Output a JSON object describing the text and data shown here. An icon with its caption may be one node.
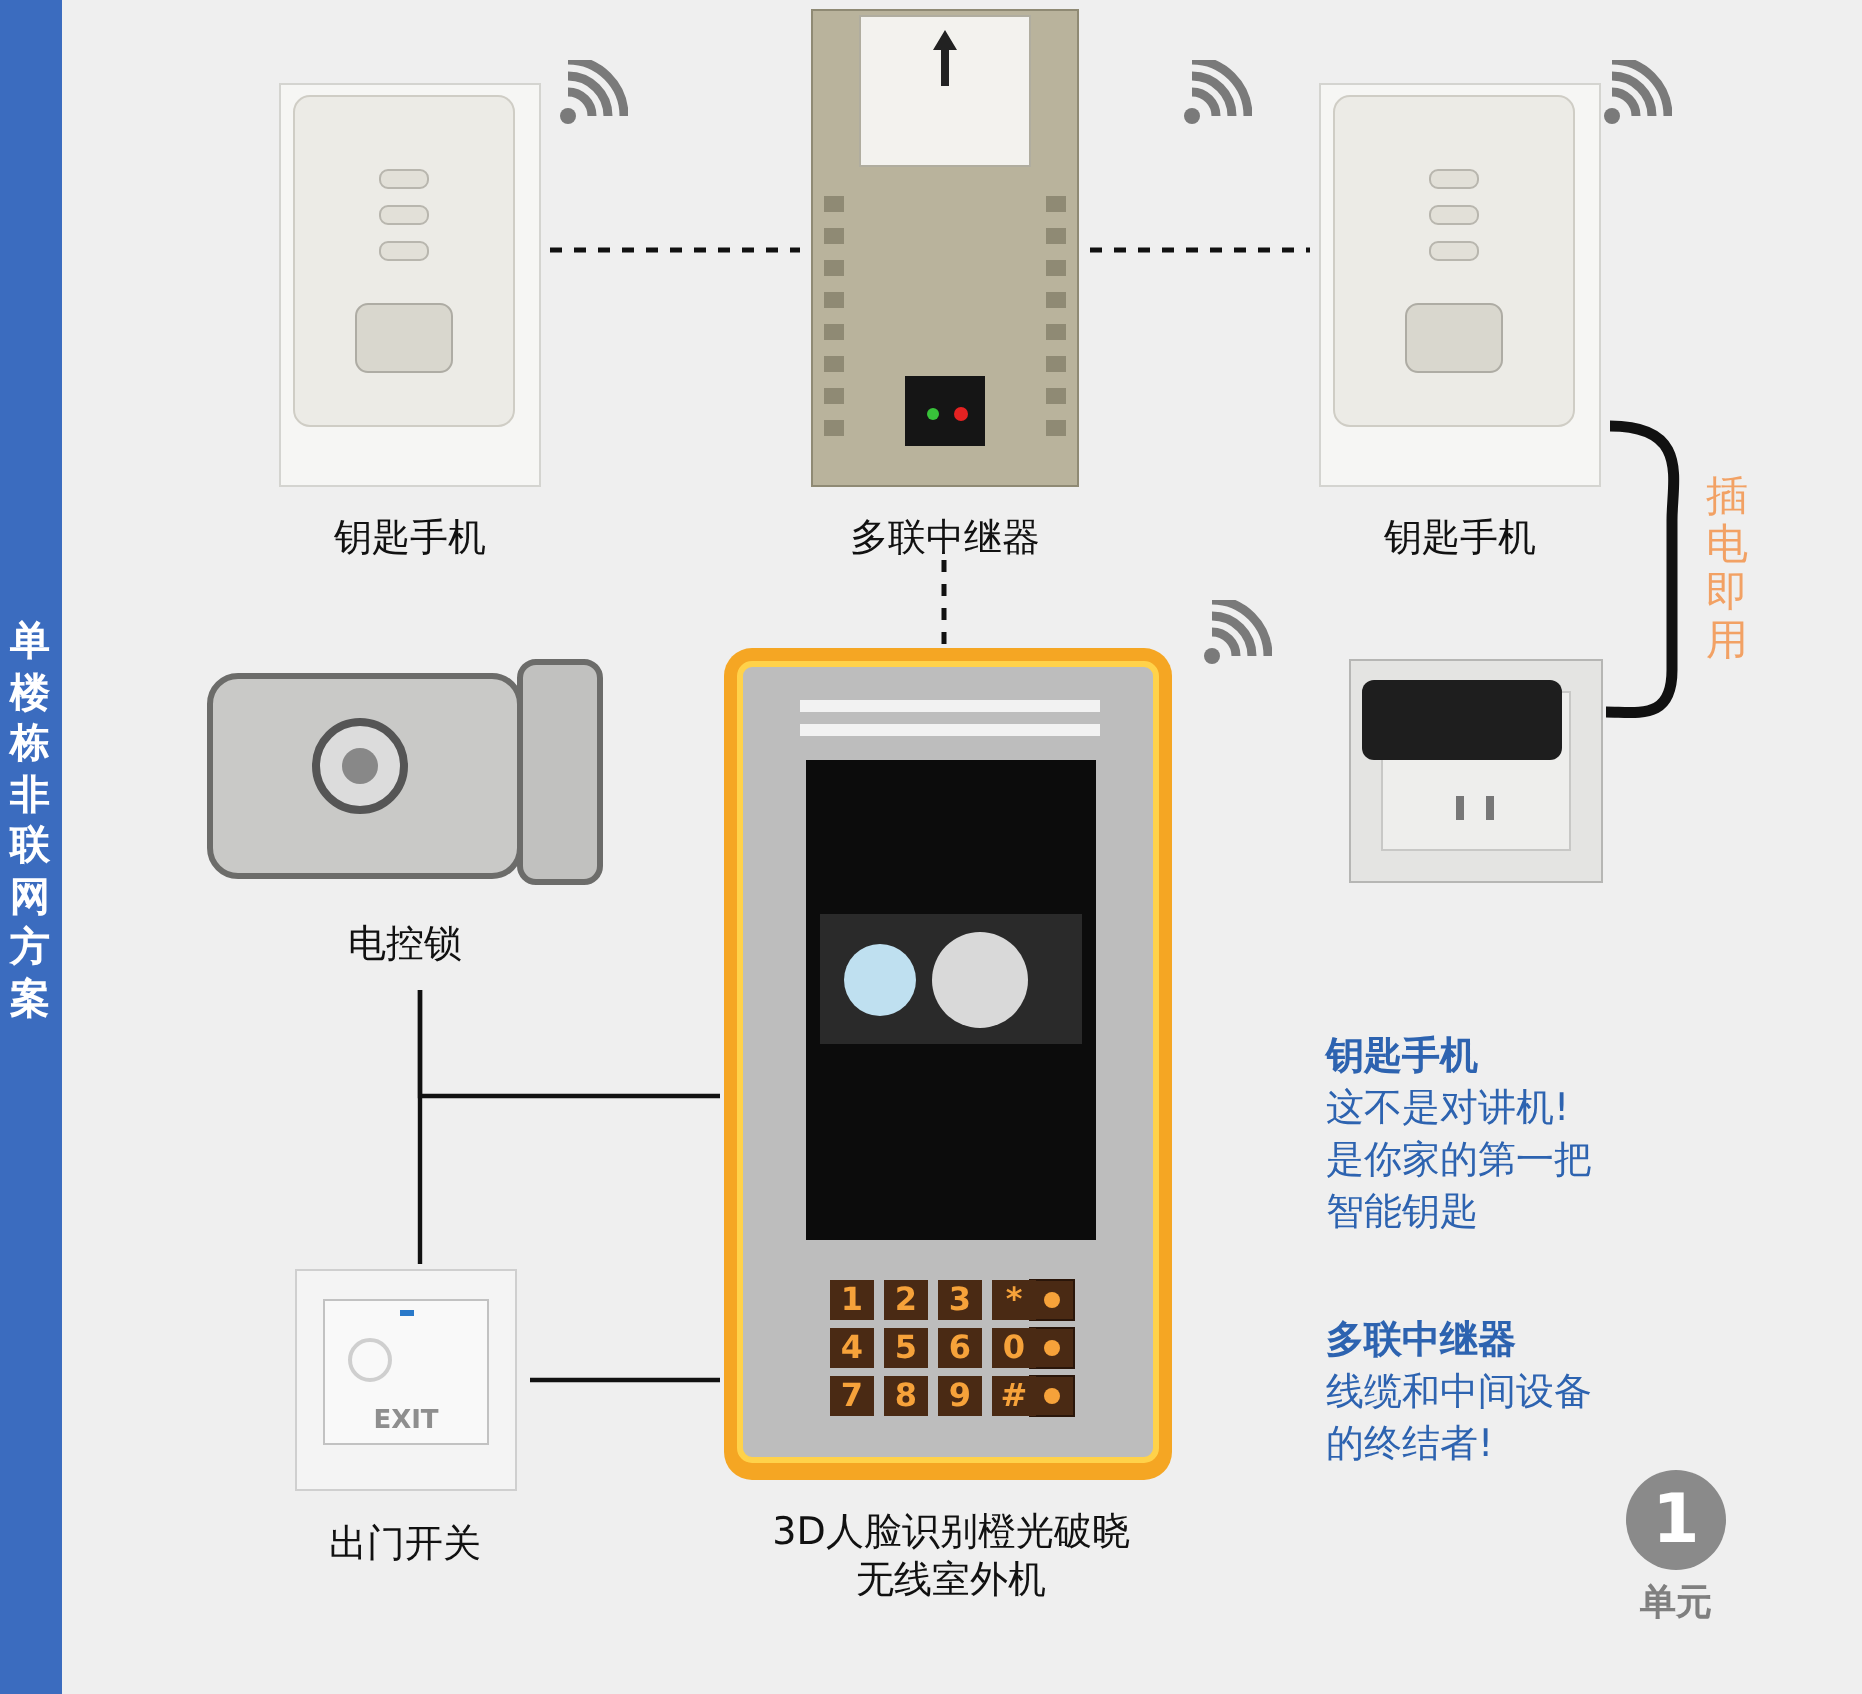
{
  "diagram": {
    "nodes": [
      {
        "text": [
          "钥匙手机"
        ]
      },
      {
        "text": [
          "多联中继器"
        ]
      },
      {
        "text": [
          "钥匙手机"
        ]
      },
      {
        "text": [],
        "shape": "picture"
      },
      {
        "text": [
          "电控锁"
        ]
      },
      {
        "text": [
          "3D人脸识别橙光破晓无线室外机"
        ]
      },
      {
        "text": [
          "出门开关"
        ]
      }
    ],
    "edges": [
      {
        "from": 0,
        "to": 1,
        "arrow": "none",
        "style": "dashed"
      },
      {
        "from": 1,
        "to": 2,
        "arrow": "none",
        "style": "dashed"
      },
      {
        "from": 1,
        "to": 5,
        "arrow": "none",
        "style": "dashed"
      },
      {
        "from": 2,
        "to": 3,
        "arrow": "none",
        "style": "thick",
        "label": "插电即用"
      },
      {
        "from": 4,
        "to": 6,
        "arrow": "none"
      },
      {
        "from": 4,
        "to": 5,
        "arrow": "none"
      },
      {
        "from": 6,
        "to": 5,
        "arrow": "none"
      }
    ],
    "labels": [
      "单楼栋非联网方案",
      "1",
      "2",
      "3",
      "*",
      "4",
      "5",
      "6",
      "0",
      "7",
      "8",
      "9",
      "#",
      "EXIT",
      "钥匙手机",
      "这不是对讲机!是你家的第一把智能钥匙",
      "多联中继器",
      "线缆和中间设备的终结者!",
      "1",
      "单元"
    ]
  }
}
